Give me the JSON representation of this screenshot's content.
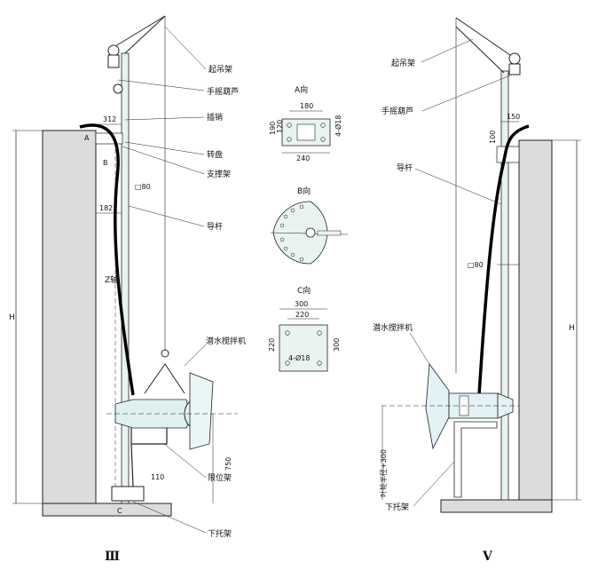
{
  "left_view": {
    "label": "Ⅲ",
    "callouts": [
      "起吊架",
      "手摇葫芦",
      "插销",
      "转盘",
      "支撑架",
      "导杆",
      "潜水搅拌机",
      "限位架",
      "下托架"
    ],
    "dims": {
      "d312": "312",
      "d182": "182",
      "d80": "□80",
      "d750": "750",
      "d110": "110",
      "H": "H",
      "axis": "Z轴",
      "A": "A",
      "B": "B",
      "C": "C"
    }
  },
  "right_view": {
    "label": "V",
    "callouts": [
      "起吊架",
      "手摇葫芦",
      "导杆",
      "潜水搅拌机",
      "下托架"
    ],
    "dims": {
      "d150": "150",
      "d100": "100",
      "d80": "□80",
      "H": "H",
      "min": "叶轮半径+300"
    }
  },
  "detail_a": {
    "title": "A向",
    "d180": "180",
    "d240": "240",
    "d190": "190",
    "d120": "120",
    "hole": "4-Ø18"
  },
  "detail_b": {
    "title": "B向"
  },
  "detail_c": {
    "title": "C向",
    "d300": "300",
    "d220": "220",
    "d220v": "220",
    "d300v": "300",
    "hole": "4-Ø18"
  }
}
